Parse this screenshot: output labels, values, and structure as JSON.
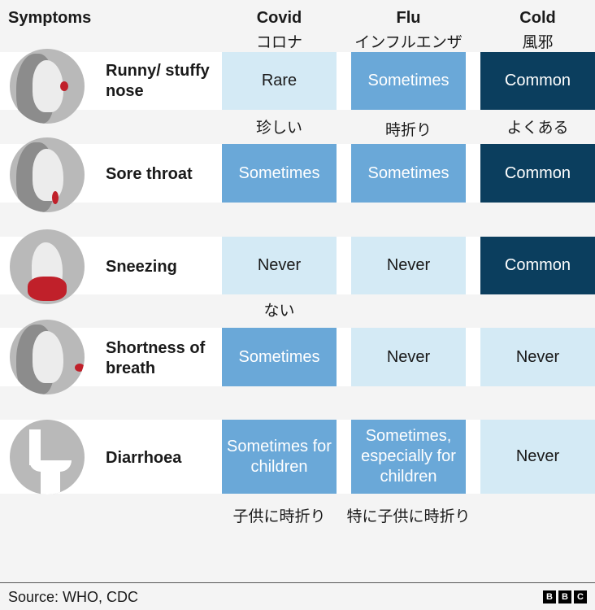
{
  "header": {
    "symptoms": "Symptoms",
    "covid": "Covid",
    "covid_jp": "コロナ",
    "flu": "Flu",
    "flu_jp": "インフルエンザ",
    "cold": "Cold",
    "cold_jp": "風邪"
  },
  "rows": [
    {
      "label": "Runny/ stuffy nose",
      "cells": [
        "Rare",
        "Sometimes",
        "Common"
      ],
      "jp": [
        "珍しい",
        "時折り",
        "よくある"
      ]
    },
    {
      "label": "Sore throat",
      "cells": [
        "Sometimes",
        "Sometimes",
        "Common"
      ]
    },
    {
      "label": "Sneezing",
      "cells": [
        "Never",
        "Never",
        "Common"
      ],
      "jp": [
        "ない"
      ]
    },
    {
      "label": "Shortness of breath",
      "cells": [
        "Sometimes",
        "Never",
        "Never"
      ]
    },
    {
      "label": "Diarrhoea",
      "cells": [
        "Sometimes for children",
        "Sometimes, especially for children",
        "Never"
      ],
      "jp": [
        "子供に時折り",
        "特に子供に時折り"
      ]
    }
  ],
  "colors": {
    "light": "#d4eaf5",
    "mid": "#6aa8d8",
    "dark": "#0b3e5e"
  },
  "footer": {
    "source": "Source: WHO, CDC",
    "logo": [
      "B",
      "B",
      "C"
    ]
  }
}
